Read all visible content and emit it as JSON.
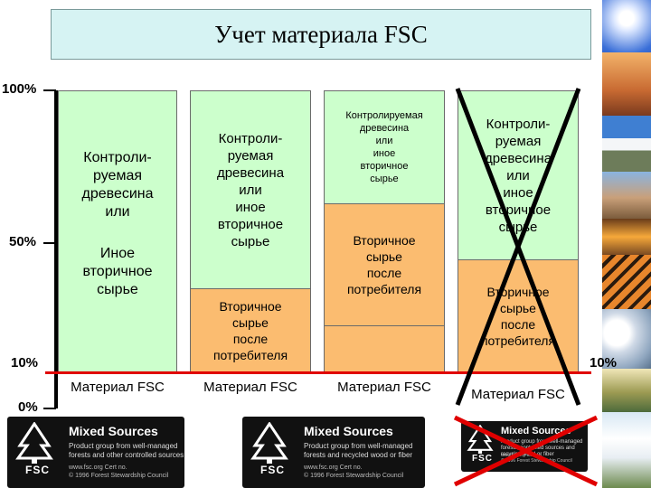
{
  "title": "Учет материала FSC",
  "axis": {
    "p100": "100%",
    "p50": "50%",
    "p10": "10%",
    "p0": "0%"
  },
  "right_label": "10%",
  "columns": [
    {
      "upper": [
        "Контроли-",
        "руемая",
        "древесина",
        "или"
      ],
      "middle": [
        "Иное",
        "вторичное",
        "сырье"
      ],
      "fsc": "Материал FSC"
    },
    {
      "upper": [
        "Контроли-",
        "руемая",
        "древесина",
        "или",
        "иное",
        "вторичное",
        "сырье"
      ],
      "middle": [
        "Вторичное",
        "сырье",
        "после",
        "потребителя"
      ],
      "fsc": "Материал FSC"
    },
    {
      "upper": [
        "Контролируемая",
        "древесина",
        "или",
        "иное",
        "вторичное",
        "сырье"
      ],
      "middle": [
        "Вторичное",
        "сырье",
        "после",
        "потребителя"
      ],
      "fsc": "Материал FSC"
    },
    {
      "upper": [
        "Контроли-",
        "руемая",
        "древесина",
        "или",
        "иное",
        "вторичное",
        "сырье"
      ],
      "middle": [
        "Вторичное",
        "сырье",
        "после",
        "потребителя"
      ],
      "fsc": "Материал FSC"
    }
  ],
  "logos": [
    {
      "head": "Mixed Sources",
      "desc": [
        "Product group from well-managed",
        "forests and other controlled sources"
      ],
      "cert": [
        "www.fsc.org  Cert no.",
        "© 1996 Forest Stewardship Council"
      ],
      "fsc": "FSC"
    },
    {
      "head": "Mixed Sources",
      "desc": [
        "Product group from well-managed",
        "forests and recycled wood or fiber"
      ],
      "cert": [
        "www.fsc.org  Cert no.",
        "© 1996 Forest Stewardship Council"
      ],
      "fsc": "FSC"
    },
    {
      "head": "Mixed Sources",
      "desc": [
        "Product group from well-managed",
        "forests, controlled sources and",
        "recycled wood or fiber"
      ],
      "cert": [
        "www.fsc.org  Cert no.",
        "© 1996 Forest Stewardship Council"
      ],
      "fsc": "FSC"
    }
  ],
  "colors": {
    "green": "#ccffcc",
    "orange": "#fbbc70",
    "red": "#e00000",
    "title_bg": "#d6f3f3"
  },
  "photos": [
    "sun-sky",
    "horse",
    "snow-mountain",
    "rocky-landscape",
    "sunset-sky",
    "tiger",
    "snow-trees",
    "wetland",
    "stork"
  ]
}
